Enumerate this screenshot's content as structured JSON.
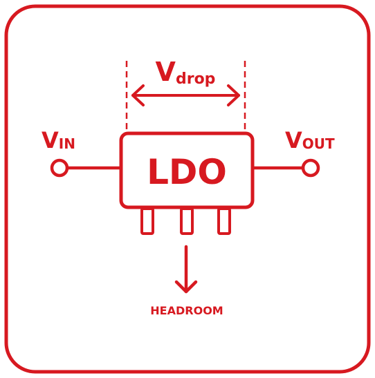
{
  "theme": {
    "accent": "#d71920",
    "background": "#ffffff"
  },
  "diagram": {
    "center_label": "LDO",
    "input": {
      "main": "V",
      "sub": "IN"
    },
    "output": {
      "main": "V",
      "sub": "OUT"
    },
    "drop": {
      "main": "V",
      "sub": "drop"
    },
    "headroom_label": "HEADROOM"
  }
}
